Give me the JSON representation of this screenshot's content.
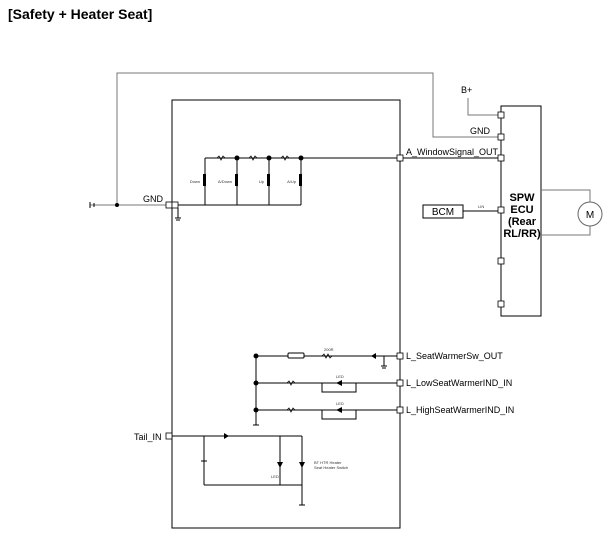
{
  "title": "[Safety + Heater Seat]",
  "power": {
    "bplus": "B+"
  },
  "ecu": {
    "lines": [
      "SPW",
      "ECU",
      "(Rear",
      "RL/RR)"
    ],
    "motor_symbol": "M"
  },
  "bcm": {
    "label": "BCM",
    "wire_label": "LIN"
  },
  "signals": {
    "gnd_top": "GND",
    "gnd_left": "GND",
    "window_signal": "A_WindowSignal_OUT",
    "seat_warmer_sw": "L_SeatWarmerSw_OUT",
    "low_ind": "L_LowSeatWarmerIND_IN",
    "high_ind": "L_HighSeatWarmerIND_IN",
    "tail_in": "Tail_IN"
  },
  "switches": {
    "down": "Down",
    "a_down": "A/Down",
    "up": "Up",
    "a_up": "A/Up"
  },
  "tiny_labels": {
    "res_seat": "200R",
    "led_low": "LED",
    "led_high": "LED",
    "led_tail": "LED",
    "note_line1": "BT HTR Heater",
    "note_line2": "Seat Heater Switch"
  }
}
